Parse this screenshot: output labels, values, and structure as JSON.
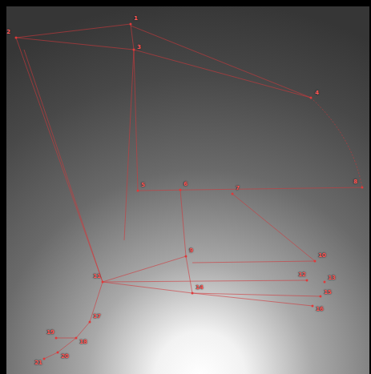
{
  "diagram": {
    "labels": [
      "1",
      "2",
      "3",
      "4",
      "5",
      "6",
      "7",
      "8",
      "9",
      "10",
      "11",
      "12",
      "13",
      "14",
      "15",
      "16",
      "17",
      "18",
      "19",
      "20",
      "21"
    ]
  }
}
